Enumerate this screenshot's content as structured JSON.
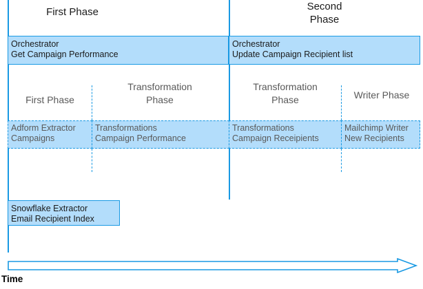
{
  "diagram": {
    "title_hidden": "",
    "colors": {
      "accent_border": "#1899e3",
      "box_fill": "#b3ddfb",
      "heading_text": "#1a1a1a",
      "subheading_text": "#595959",
      "page_background": "#ffffff"
    },
    "top_phases": [
      {
        "id": "first-phase",
        "label": "First Phase"
      },
      {
        "id": "second-phase",
        "label": "Second\nPhase"
      }
    ],
    "orchestrators": [
      {
        "id": "orchestrator-get-campaign-performance",
        "line1": "Orchestrator",
        "line2": "Get Campaign Performance",
        "text": "Orchestrator\nGet Campaign Performance"
      },
      {
        "id": "orchestrator-update-campaign-recipient-list",
        "line1": "Orchestrator",
        "line2": "Update Campaign Recipient list",
        "text": "Orchestrator\nUpdate Campaign Recipient list"
      }
    ],
    "sub_phases": [
      {
        "id": "sub-first-phase",
        "label": "First Phase"
      },
      {
        "id": "sub-transformation-phase-1",
        "label": "Transformation\nPhase"
      },
      {
        "id": "sub-transformation-phase-2",
        "label": "Transformation\nPhase"
      },
      {
        "id": "sub-writer-phase",
        "label": "Writer Phase"
      }
    ],
    "components": [
      {
        "id": "adform-extractor-campaigns",
        "line1": "Adform Extractor",
        "line2": "Campaigns",
        "text": "Adform Extractor\nCampaigns"
      },
      {
        "id": "transformations-campaign-performance",
        "line1": "Transformations",
        "line2": "Campaign Performance",
        "text": "Transformations\nCampaign Performance"
      },
      {
        "id": "transformations-campaign-receipients",
        "line1": "Transformations",
        "line2": "Campaign Receipients",
        "text": "Transformations\nCampaign Receipients"
      },
      {
        "id": "mailchimp-writer-new-recipients",
        "line1": "Mailchimp Writer",
        "line2": "New Recipients",
        "text": "Mailchimp Writer\nNew Recipients"
      }
    ],
    "standalone": {
      "id": "snowflake-extractor-email-recipient-index",
      "line1": "Snowflake Extractor",
      "line2": "Email Recipient Index",
      "text": "Snowflake Extractor\nEmail Recipient Index"
    },
    "axis": {
      "label": "Time",
      "direction": "left-to-right"
    }
  }
}
